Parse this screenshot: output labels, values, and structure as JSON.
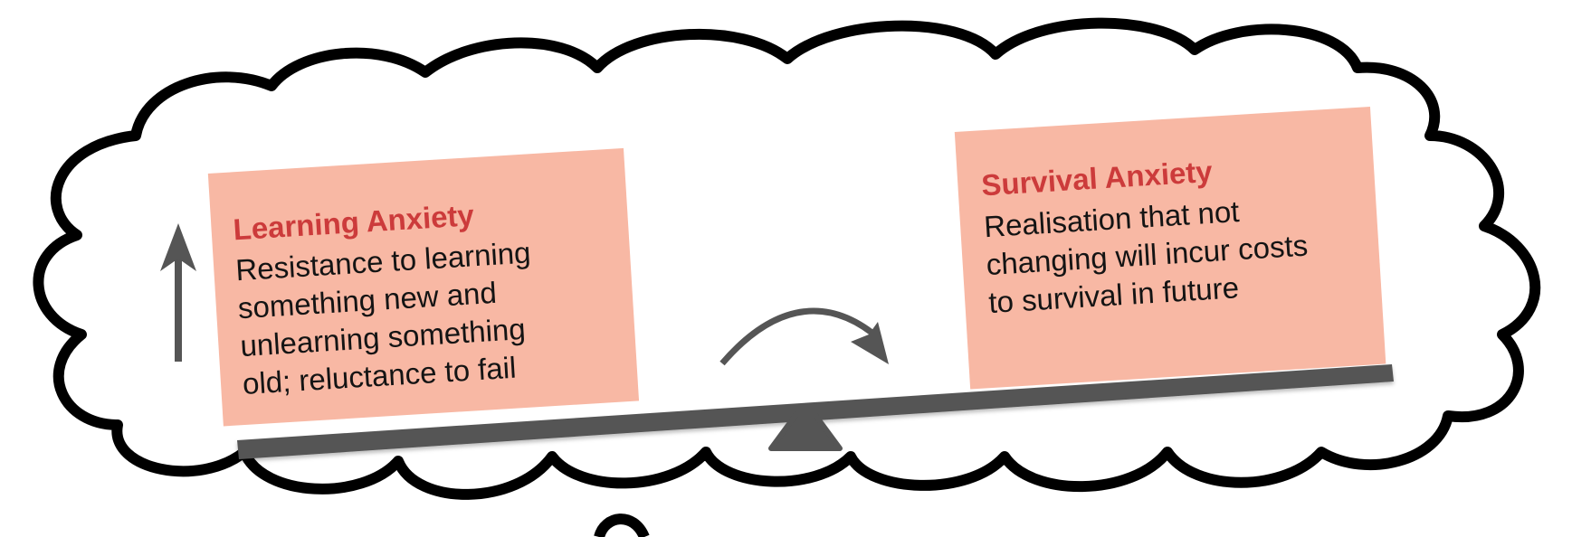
{
  "diagram": {
    "left_card": {
      "title": "Learning Anxiety",
      "lines": [
        "Resistance to learning",
        "something new and",
        "unlearning something",
        "old; reluctance to fail"
      ]
    },
    "right_card": {
      "title": "Survival Anxiety",
      "lines": [
        "Realisation that not",
        "changing will incur costs",
        "to survival in future"
      ]
    },
    "indicators": {
      "left_arrow_icon": "arrow-up-icon",
      "curved_arrow_icon": "curved-arrow-right-icon",
      "fulcrum_icon": "triangle-fulcrum-icon"
    },
    "colors": {
      "card_fill": "#f8b8a4",
      "title": "#cc3b3b",
      "body": "#141414",
      "beam": "#555555",
      "outline": "#000000",
      "arrow": "#555555"
    }
  }
}
